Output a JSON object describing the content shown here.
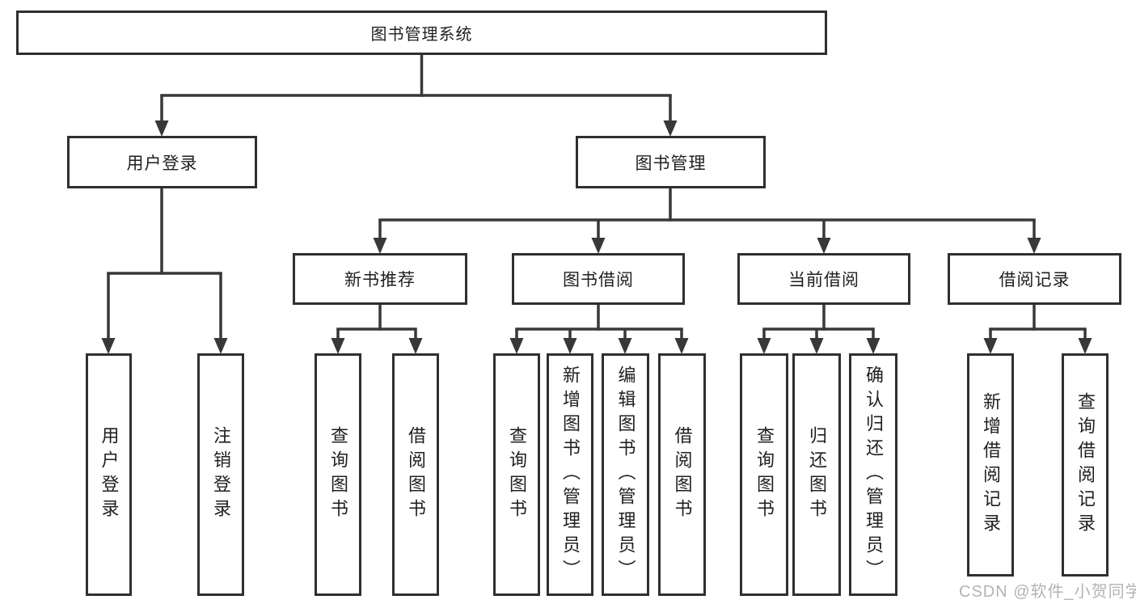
{
  "diagram": {
    "root": {
      "label": "图书管理系统"
    },
    "branches": [
      {
        "label": "用户登录",
        "children": [
          "用户登录",
          "注销登录"
        ]
      },
      {
        "label": "图书管理",
        "children": [
          {
            "label": "新书推荐",
            "children": [
              "查询图书",
              "借阅图书"
            ]
          },
          {
            "label": "图书借阅",
            "children": [
              "查询图书",
              "新增图书（管理员）",
              "编辑图书（管理员）",
              "借阅图书"
            ]
          },
          {
            "label": "当前借阅",
            "children": [
              "查询图书",
              "归还图书",
              "确认归还（管理员）"
            ]
          },
          {
            "label": "借阅记录",
            "children": [
              "新增借阅记录",
              "查询借阅记录"
            ]
          }
        ]
      }
    ]
  },
  "watermark": {
    "text": "CSDN @软件_小贺同学"
  },
  "colors": {
    "line": "#383838",
    "border": "#2f2f2f",
    "text": "#1f1f1f",
    "background": "#ffffff",
    "watermark": "#b2b4b6"
  }
}
